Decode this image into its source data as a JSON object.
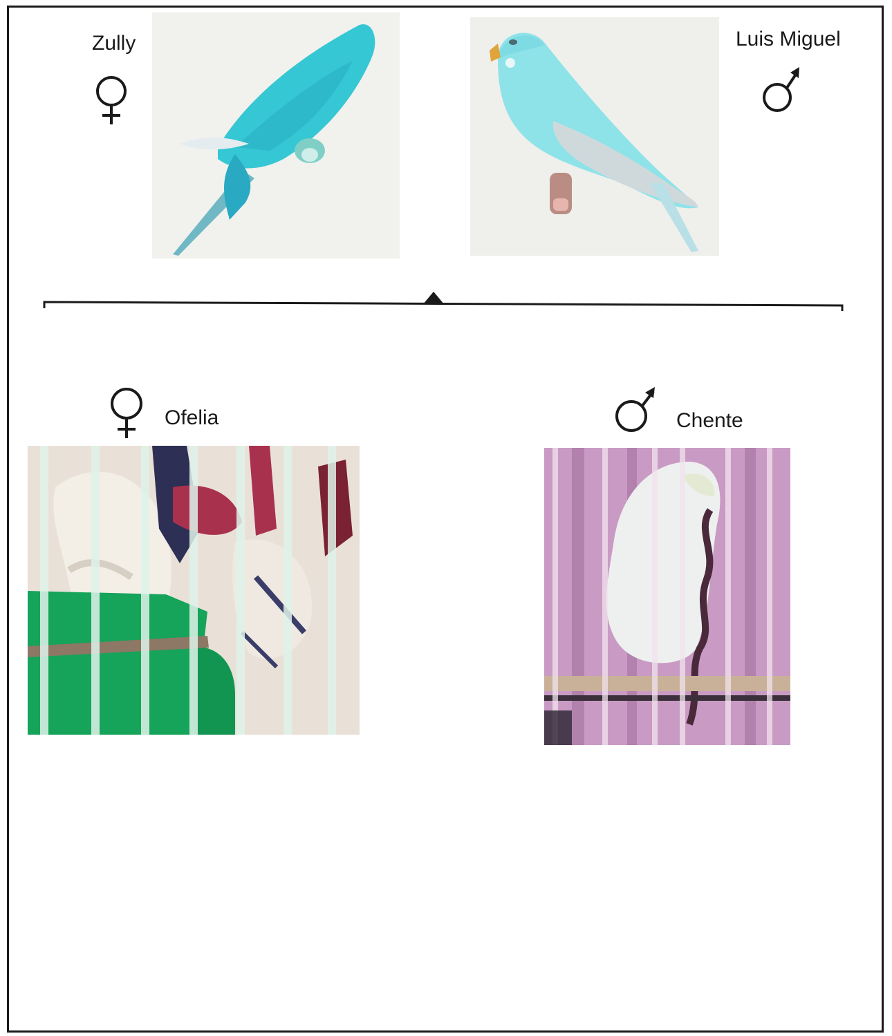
{
  "parents": {
    "female": {
      "name": "Zully",
      "sex": "female",
      "symbol": "female-symbol-icon",
      "photo": "blue-budgerigar-female-photo"
    },
    "male": {
      "name": "Luis Miguel",
      "sex": "male",
      "symbol": "male-symbol-icon",
      "photo": "sky-blue-budgerigar-male-photo"
    }
  },
  "offspring": {
    "female": {
      "name": "Ofelia",
      "sex": "female",
      "symbol": "female-symbol-icon",
      "photo": "caged-white-budgerigar-photo"
    },
    "male": {
      "name": "Chente",
      "sex": "male",
      "symbol": "male-symbol-icon",
      "photo": "caged-white-budgerigar-pink-photo"
    }
  },
  "colors": {
    "line": "#1a1a1a",
    "parent_female_plumage": "#35c7d3",
    "parent_male_plumage": "#8ee3e8",
    "offspring_bg_female": "#e9e1d8",
    "offspring_bg_male": "#c99bc4",
    "cage_bars": "#dff3ea",
    "cage_accent_green": "#16a35a",
    "cage_accent_red": "#a8324e"
  }
}
